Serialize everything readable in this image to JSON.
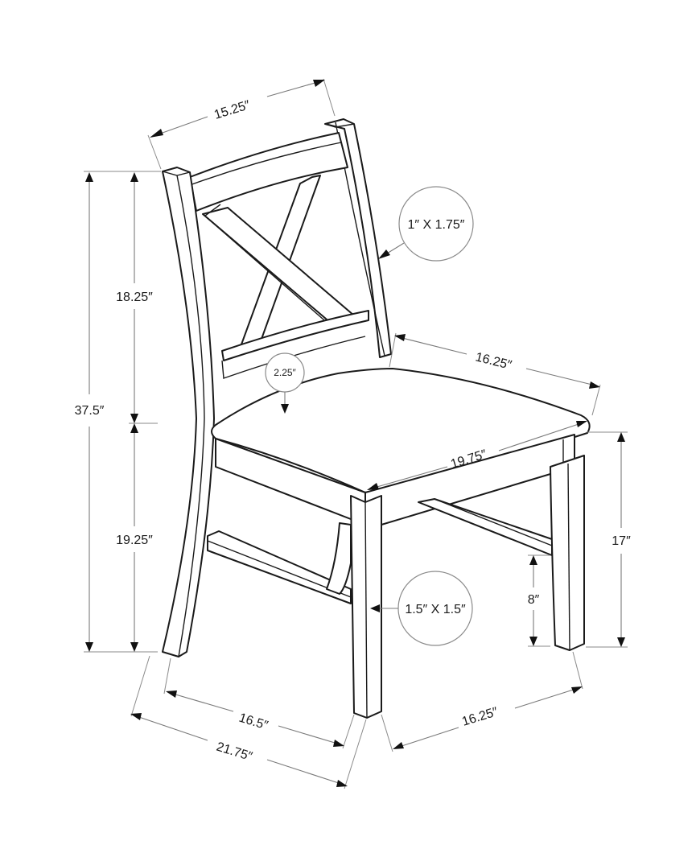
{
  "diagram": {
    "subject": "Dining chair with X-back, dimension drawing",
    "units": "inches",
    "dimensions": {
      "back_width": "15.25″",
      "back_post_section": "1″ X 1.75″",
      "seat_thickness": "2.25″",
      "seat_depth": "16.25″",
      "seat_width": "19.75″",
      "overall_height": "37.5″",
      "back_height": "18.25″",
      "seat_height": "19.25″",
      "leg_section": "1.5″ X 1.5″",
      "apron_height_from_floor": "17″",
      "stretcher_height": "8″",
      "footprint_width": "16.5″",
      "overall_depth": "21.75″",
      "footprint_depth": "16.25″"
    },
    "colors": {
      "line": "#1a1a1a",
      "dimension_line": "#7a7a7a",
      "background": "#ffffff"
    }
  }
}
